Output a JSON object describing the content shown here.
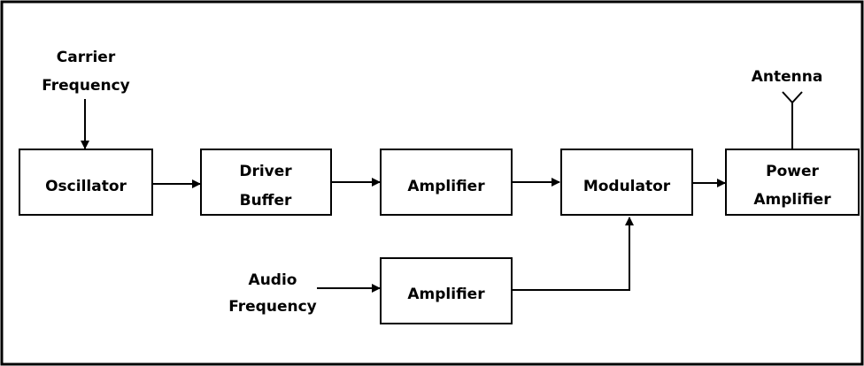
{
  "diagram": {
    "blocks": {
      "oscillator": "Oscillator",
      "driver_buffer": [
        "Driver",
        "Buffer"
      ],
      "amplifier_top": "Amplifier",
      "modulator": "Modulator",
      "power_amplifier": [
        "Power",
        "Amplifier"
      ],
      "amplifier_bottom": "Amplifier"
    },
    "labels": {
      "carrier_frequency": [
        "Carrier",
        "Frequency"
      ],
      "audio_frequency": [
        "Audio",
        "Frequency"
      ],
      "antenna": "Antenna"
    },
    "colors": {
      "line": "#000000",
      "background": "#ffffff"
    }
  }
}
